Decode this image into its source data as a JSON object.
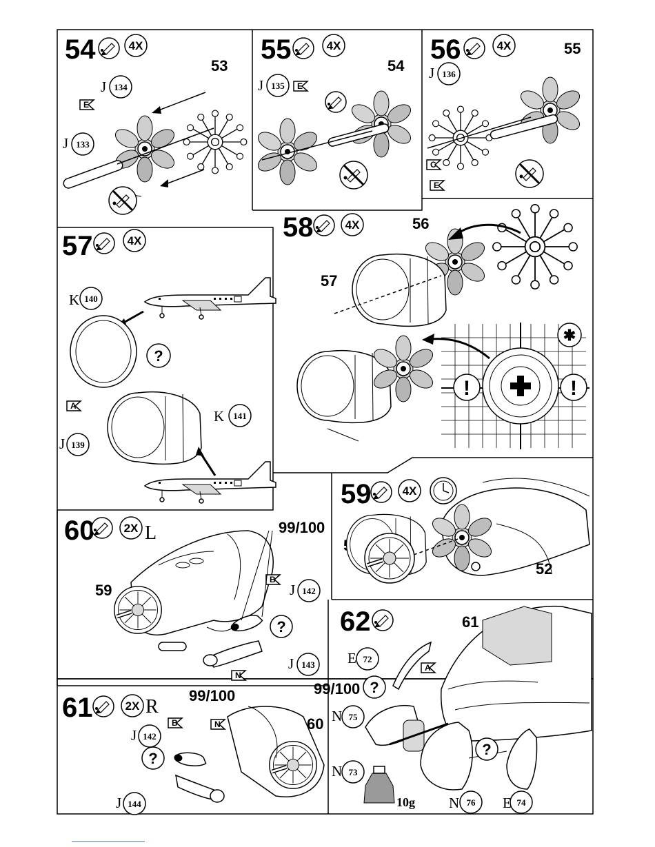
{
  "steps": [
    {
      "number": "54",
      "multiplier": "4X",
      "parts": [
        {
          "prefix": "J",
          "num": "134"
        },
        {
          "prefix": "J",
          "num": "133"
        }
      ],
      "decal_refs": [
        "E"
      ],
      "ref_numbers": [
        "53"
      ]
    },
    {
      "number": "55",
      "multiplier": "4X",
      "parts": [
        {
          "prefix": "J",
          "num": "135"
        }
      ],
      "decal_refs": [
        "E"
      ],
      "ref_numbers": [
        "54"
      ]
    },
    {
      "number": "56",
      "multiplier": "4X",
      "parts": [
        {
          "prefix": "J",
          "num": "136"
        }
      ],
      "decal_refs": [
        "C",
        "E"
      ],
      "ref_numbers": [
        "55"
      ]
    },
    {
      "number": "57",
      "multiplier": "4X",
      "parts": [
        {
          "prefix": "K",
          "num": "140"
        },
        {
          "prefix": "K",
          "num": "141"
        },
        {
          "prefix": "J",
          "num": "139"
        }
      ],
      "decal_refs": [
        "A"
      ],
      "ref_numbers": []
    },
    {
      "number": "58",
      "multiplier": "4X",
      "parts": [],
      "decal_refs": [],
      "ref_numbers": [
        "56",
        "57"
      ]
    },
    {
      "number": "59",
      "multiplier": "4X",
      "parts": [],
      "decal_refs": [],
      "ref_numbers": [
        "58",
        "52"
      ]
    },
    {
      "number": "60",
      "multiplier": "2X",
      "side": "L",
      "parts": [
        {
          "prefix": "J",
          "num": "142"
        },
        {
          "prefix": "J",
          "num": "143"
        }
      ],
      "decal_refs": [
        "B",
        "N"
      ],
      "ref_numbers": [
        "99/100",
        "59"
      ]
    },
    {
      "number": "61",
      "multiplier": "2X",
      "side": "R",
      "parts": [
        {
          "prefix": "J",
          "num": "142"
        },
        {
          "prefix": "J",
          "num": "144"
        }
      ],
      "decal_refs": [
        "B",
        "N"
      ],
      "ref_numbers": [
        "99/100",
        "60"
      ]
    },
    {
      "number": "62",
      "multiplier": "",
      "parts": [
        {
          "prefix": "E",
          "num": "72"
        },
        {
          "prefix": "N",
          "num": "75"
        },
        {
          "prefix": "N",
          "num": "73"
        },
        {
          "prefix": "N",
          "num": "76"
        },
        {
          "prefix": "E",
          "num": "74"
        }
      ],
      "decal_refs": [
        "A"
      ],
      "ref_numbers": [
        "61",
        "99/100"
      ],
      "weight": "10g"
    }
  ],
  "symbols": {
    "question": "?",
    "exclamation": "!",
    "asterisk": "✱"
  }
}
